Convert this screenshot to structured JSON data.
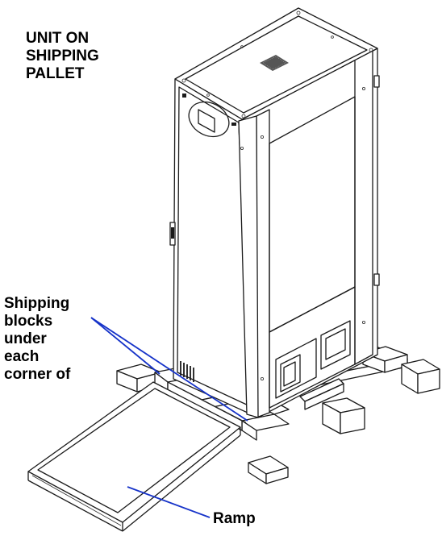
{
  "labels": {
    "title_lines": [
      "UNIT ON",
      "SHIPPING",
      "PALLET"
    ],
    "blocks_lines": [
      "Shipping",
      "blocks",
      "under",
      "each",
      "corner of"
    ],
    "ramp": "Ramp"
  },
  "colors": {
    "leader_line": "#1633c9",
    "outline": "#1a1a1a",
    "background": "#ffffff"
  },
  "icons": {
    "top_vent": "vent-grille-icon",
    "display": "display-panel-icon",
    "door_handle": "door-handle-icon",
    "side_vent": "side-vent-icon"
  }
}
